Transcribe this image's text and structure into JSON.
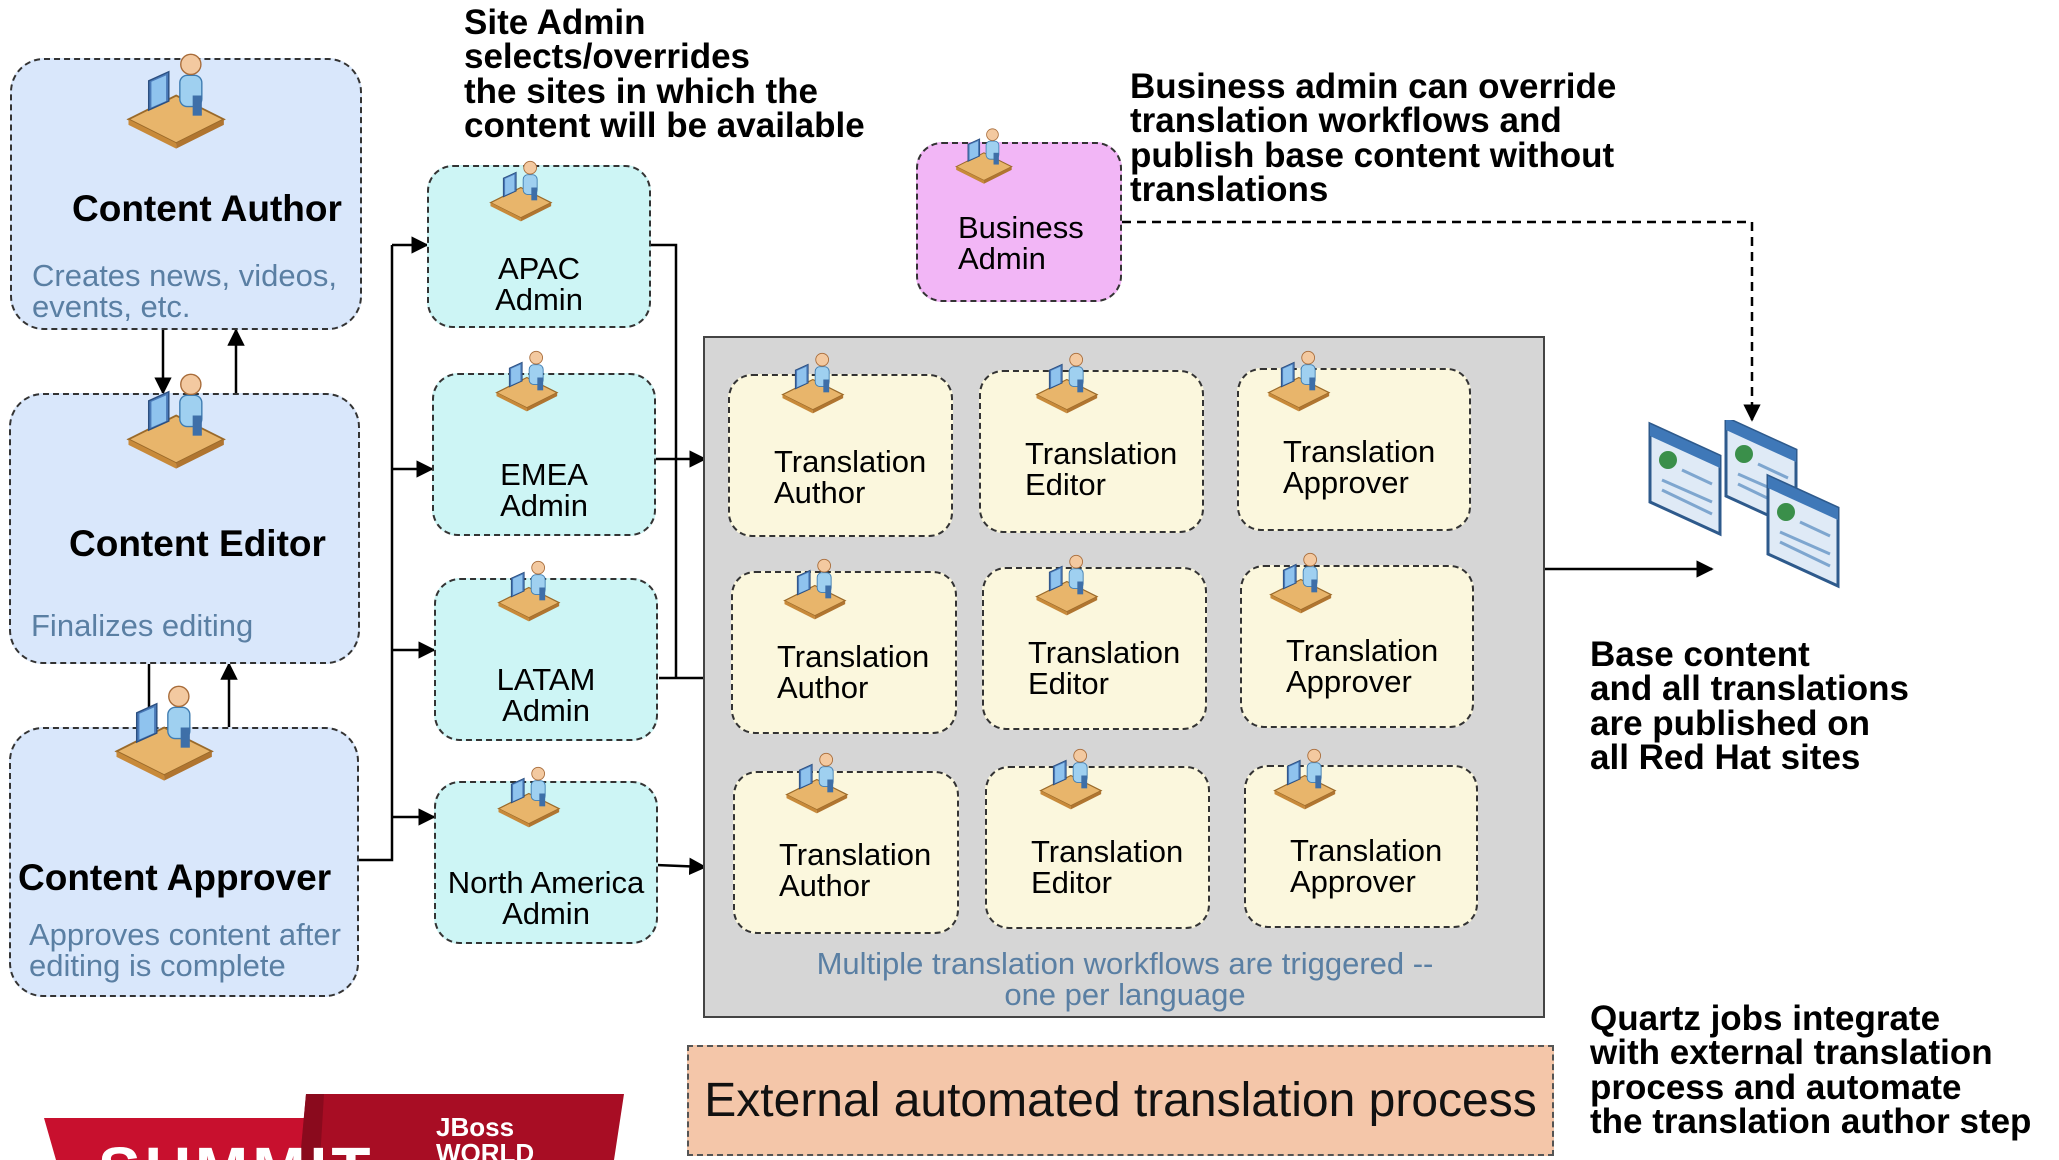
{
  "roles": {
    "content_author": {
      "title": "Content Author",
      "desc": "Creates news, videos,\nevents, etc."
    },
    "content_editor": {
      "title": "Content Editor",
      "desc": "Finalizes editing"
    },
    "content_approver": {
      "title": "Content Approver",
      "desc": "Approves content after\nediting is complete"
    }
  },
  "admins": {
    "apac": "APAC\nAdmin",
    "emea": "EMEA\nAdmin",
    "latam": "LATAM\nAdmin",
    "north_america": "North America\nAdmin",
    "business": "Business\nAdmin"
  },
  "translation": {
    "author": "Translation\nAuthor",
    "editor": "Translation\nEditor",
    "approver": "Translation\nApprover"
  },
  "notes": {
    "site_admin": "Site Admin\nselects/overrides\nthe sites in which the\ncontent will be available",
    "business_admin": "Business admin can override\ntranslation workflows and\npublish base content without\ntranslations",
    "published": "Base content\nand all translations\nare published on\nall Red Hat sites",
    "quartz": "Quartz jobs integrate\nwith external translation\nprocess and automate\nthe translation author step",
    "multiple_workflows": "Multiple translation workflows are triggered --\none per language",
    "external_process": "External automated translation process"
  },
  "logo": {
    "left": "SUMMIT",
    "right": "JBoss\nWORLD"
  },
  "colors": {
    "role_box": "#d9e7fb",
    "admin_box": "#cdf5f5",
    "business_box": "#f2b6f6",
    "translation_box": "#fbf7dd",
    "panel": "#d6d6d6",
    "external_box": "#f4c6a9",
    "desc_text": "#5a7fa3",
    "logo_red": "#c8102e"
  },
  "icons": [
    "user-at-computer-icon",
    "web-pages-icon"
  ]
}
